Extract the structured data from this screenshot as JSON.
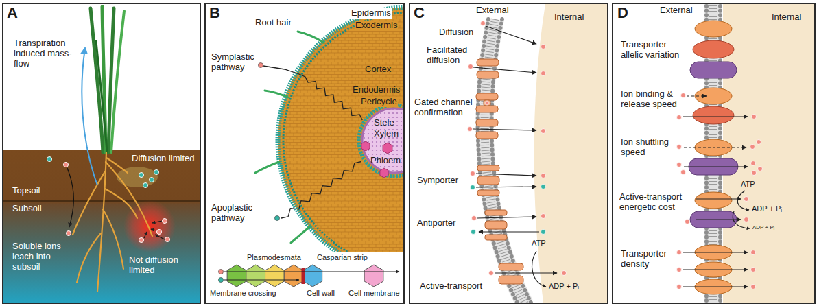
{
  "diagram": {
    "nodes": [
      {
        "text": [
          "A",
          "Transpiration induced mass-flow",
          "Diffusion limited",
          "Topsoil",
          "Subsoil",
          "Soluble ions leach into subsoil",
          "Not diffusion limited"
        ]
      },
      {
        "text": [
          "B",
          "Root hair",
          "Epidermis",
          "Exodermis",
          "Symplastic pathway",
          "Cortex",
          "Endodermis",
          "Pericycle",
          "Stele",
          "Xylem",
          "Phloem",
          "Apoplastic pathway",
          "Plasmodesmata",
          "Casparian strip",
          "Membrane crossing",
          "Cell wall",
          "Cell membrane"
        ]
      },
      {
        "text": [
          "C",
          "External",
          "Internal",
          "Diffusion",
          "Facilitated diffusion",
          "Gated channel confirmation",
          "Symporter",
          "Antiporter",
          "ATP",
          "Active-transport",
          "ADP + Pᵢ"
        ]
      },
      {
        "text": [
          "D",
          "External",
          "Internal",
          "Transporter allelic variation",
          "Ion binding & release speed",
          "Ion shuttling speed",
          "ATP",
          "Active-transport energetic cost",
          "ADP + Pᵢ",
          "ADP + Pᵢ",
          "Transporter density"
        ]
      }
    ]
  }
}
